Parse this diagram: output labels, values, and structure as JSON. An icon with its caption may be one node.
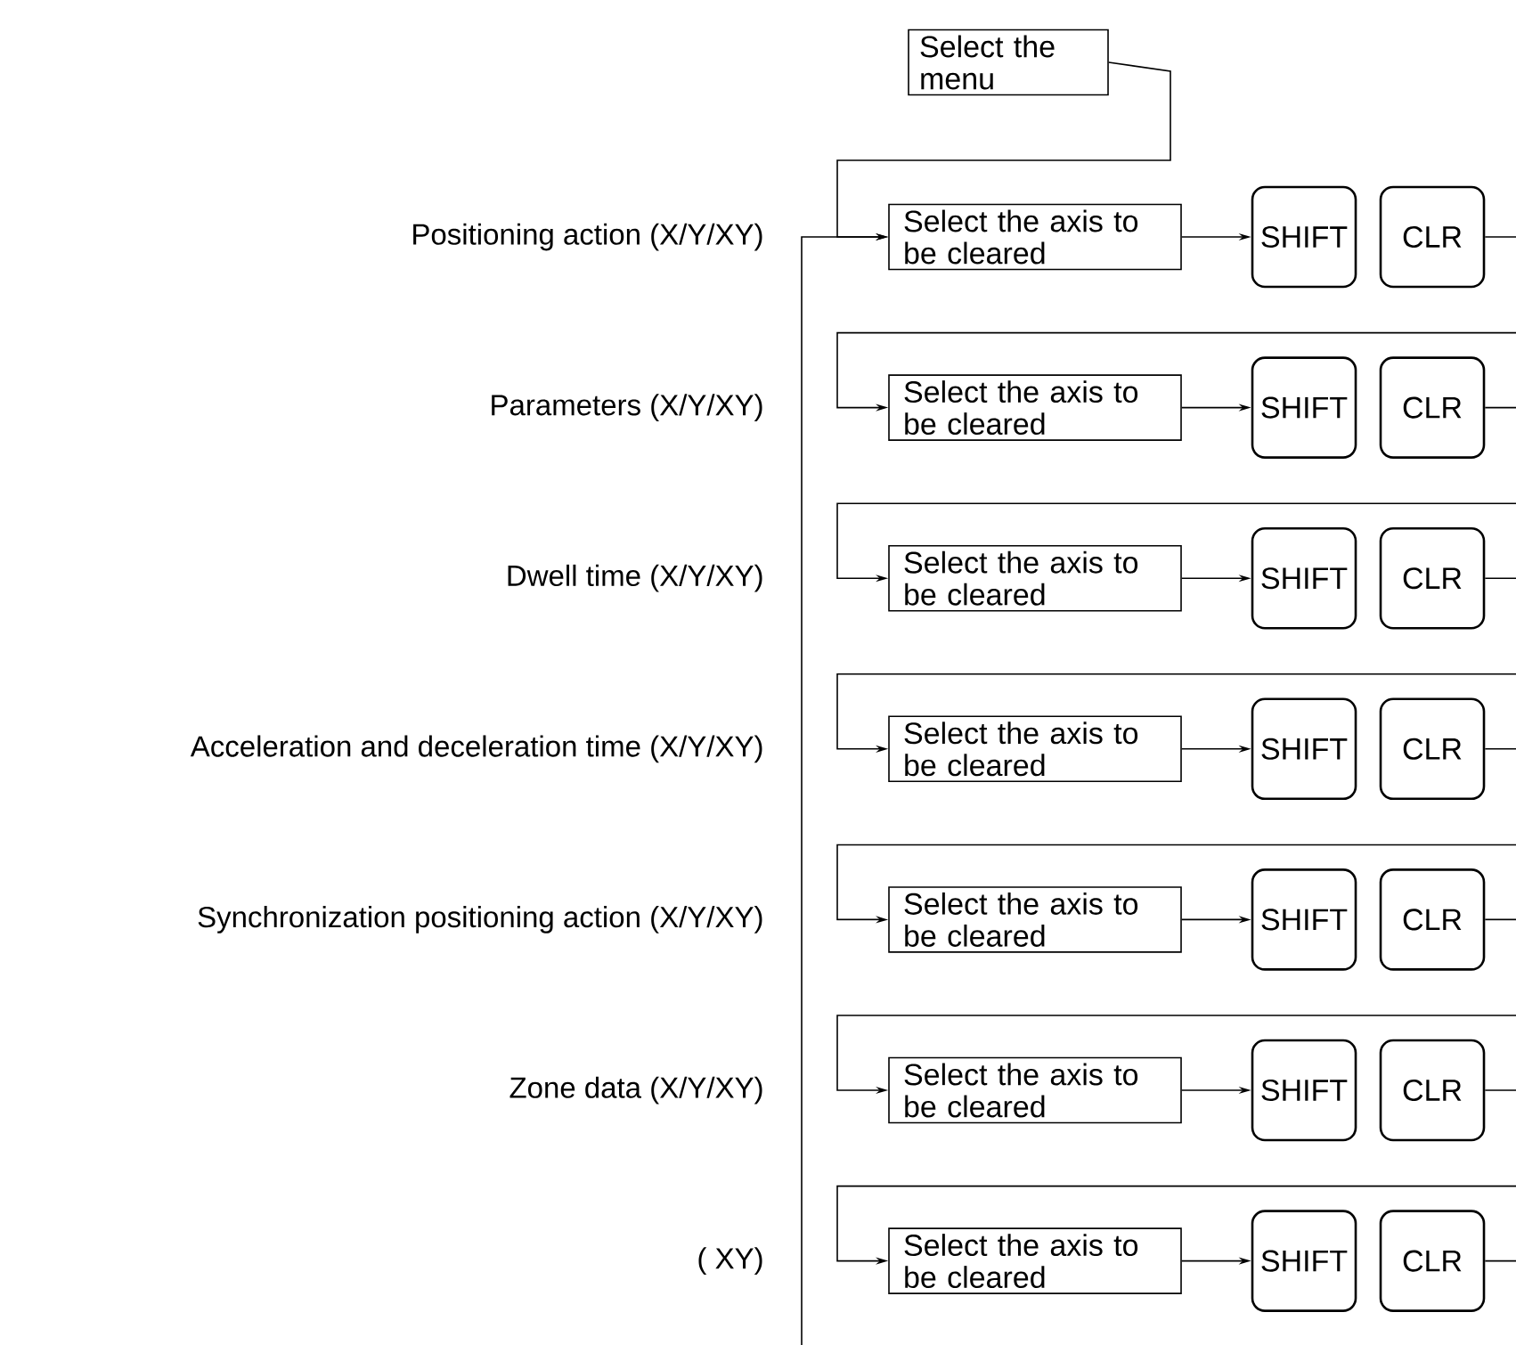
{
  "diagram": {
    "nodes": [
      {
        "text": [
          "Select the menu"
        ]
      },
      {
        "text": [
          "Select the axis to be cleared"
        ]
      },
      {
        "text": [
          "SHIFT"
        ]
      },
      {
        "text": [
          "CLR"
        ]
      },
      {
        "text": [
          "Select the axis to be cleared"
        ]
      },
      {
        "text": [
          "SHIFT"
        ]
      },
      {
        "text": [
          "CLR"
        ]
      },
      {
        "text": [
          "Select the axis to be cleared"
        ]
      },
      {
        "text": [
          "SHIFT"
        ]
      },
      {
        "text": [
          "CLR"
        ]
      },
      {
        "text": [
          "Select the axis to be cleared"
        ]
      },
      {
        "text": [
          "SHIFT"
        ]
      },
      {
        "text": [
          "CLR"
        ]
      },
      {
        "text": [
          "Select the axis to be cleared"
        ]
      },
      {
        "text": [
          "SHIFT"
        ]
      },
      {
        "text": [
          "CLR"
        ]
      },
      {
        "text": [
          "Select the axis to be cleared"
        ]
      },
      {
        "text": [
          "SHIFT"
        ]
      },
      {
        "text": [
          "CLR"
        ]
      },
      {
        "text": [
          "Select the axis to be cleared"
        ]
      },
      {
        "text": [
          "SHIFT"
        ]
      },
      {
        "text": [
          "CLR"
        ]
      }
    ],
    "edges": [
      {
        "from": 0,
        "to": 1,
        "arrow": "to"
      },
      {
        "from": null,
        "to": 1,
        "arrow": "to"
      },
      {
        "from": 1,
        "to": 2,
        "arrow": "to"
      },
      {
        "from": 3,
        "to": null,
        "arrow": "none"
      },
      {
        "from": null,
        "to": 4,
        "arrow": "to"
      },
      {
        "from": 4,
        "to": 5,
        "arrow": "to"
      },
      {
        "from": 6,
        "to": null,
        "arrow": "none"
      },
      {
        "from": null,
        "to": 7,
        "arrow": "to"
      },
      {
        "from": 7,
        "to": 8,
        "arrow": "to"
      },
      {
        "from": 9,
        "to": null,
        "arrow": "none"
      },
      {
        "from": null,
        "to": 10,
        "arrow": "to"
      },
      {
        "from": 10,
        "to": 11,
        "arrow": "to"
      },
      {
        "from": 12,
        "to": null,
        "arrow": "none"
      },
      {
        "from": null,
        "to": 13,
        "arrow": "to"
      },
      {
        "from": 13,
        "to": 14,
        "arrow": "to"
      },
      {
        "from": 15,
        "to": null,
        "arrow": "none"
      },
      {
        "from": null,
        "to": 16,
        "arrow": "to"
      },
      {
        "from": 16,
        "to": 17,
        "arrow": "to"
      },
      {
        "from": 18,
        "to": null,
        "arrow": "none"
      },
      {
        "from": null,
        "to": 19,
        "arrow": "to"
      },
      {
        "from": 19,
        "to": 20,
        "arrow": "to"
      },
      {
        "from": 21,
        "to": null,
        "arrow": "none"
      }
    ],
    "labels": [
      "Positioning action (X/Y/XY)",
      "Parameters (X/Y/XY)",
      "Dwell time (X/Y/XY)",
      "Acceleration and deceleration time (X/Y/XY)",
      "Synchronization positioning action (X/Y/XY)",
      "Zone data (X/Y/XY)",
      "( XY)"
    ]
  }
}
